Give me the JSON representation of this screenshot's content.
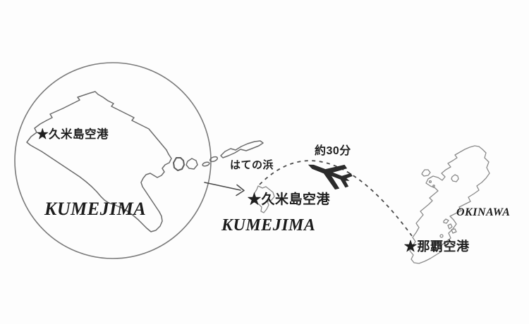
{
  "inset": {
    "airport_label": "★久米島空港",
    "island_caption": "KUMEJIMA"
  },
  "hatenohama": {
    "label": "はての浜"
  },
  "kumejima": {
    "airport_label": "★久米島空港",
    "island_caption": "KUMEJIMA"
  },
  "route": {
    "duration_label": "約30分"
  },
  "okinawa": {
    "island_caption": "OKINAWA",
    "airport_label": "★那覇空港"
  },
  "icons": {
    "airport_marker_glyph": "★",
    "airplane": "jet-silhouette"
  },
  "colors": {
    "background": "#fdfdfd",
    "outline": "#6b6b6b",
    "text": "#1f1f1f",
    "airplane": "#2b2b2b",
    "route_dashes": "#4b4b4b"
  }
}
